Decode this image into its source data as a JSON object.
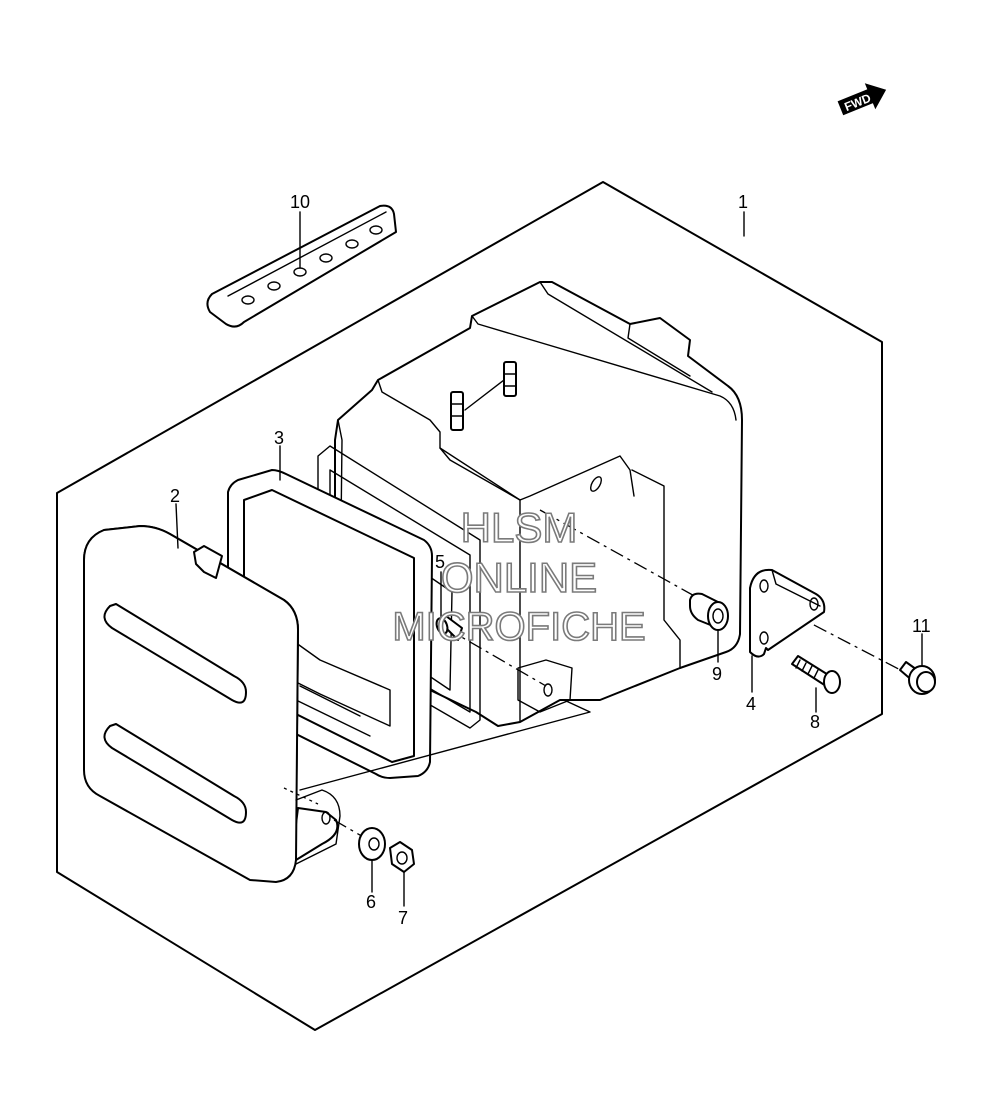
{
  "callouts": [
    {
      "id": "1",
      "label": "1"
    },
    {
      "id": "2",
      "label": "2"
    },
    {
      "id": "3",
      "label": "3"
    },
    {
      "id": "4",
      "label": "4"
    },
    {
      "id": "5",
      "label": "5"
    },
    {
      "id": "6",
      "label": "6"
    },
    {
      "id": "7",
      "label": "7"
    },
    {
      "id": "8",
      "label": "8"
    },
    {
      "id": "9",
      "label": "9"
    },
    {
      "id": "10",
      "label": "10"
    },
    {
      "id": "11",
      "label": "11"
    }
  ],
  "fwd_arrow": {
    "label": "FWD",
    "icon": "fwd-arrow-icon"
  },
  "watermark": {
    "line1": "HLSM",
    "line2": "ONLINE",
    "line3": "MICROFICHE"
  }
}
